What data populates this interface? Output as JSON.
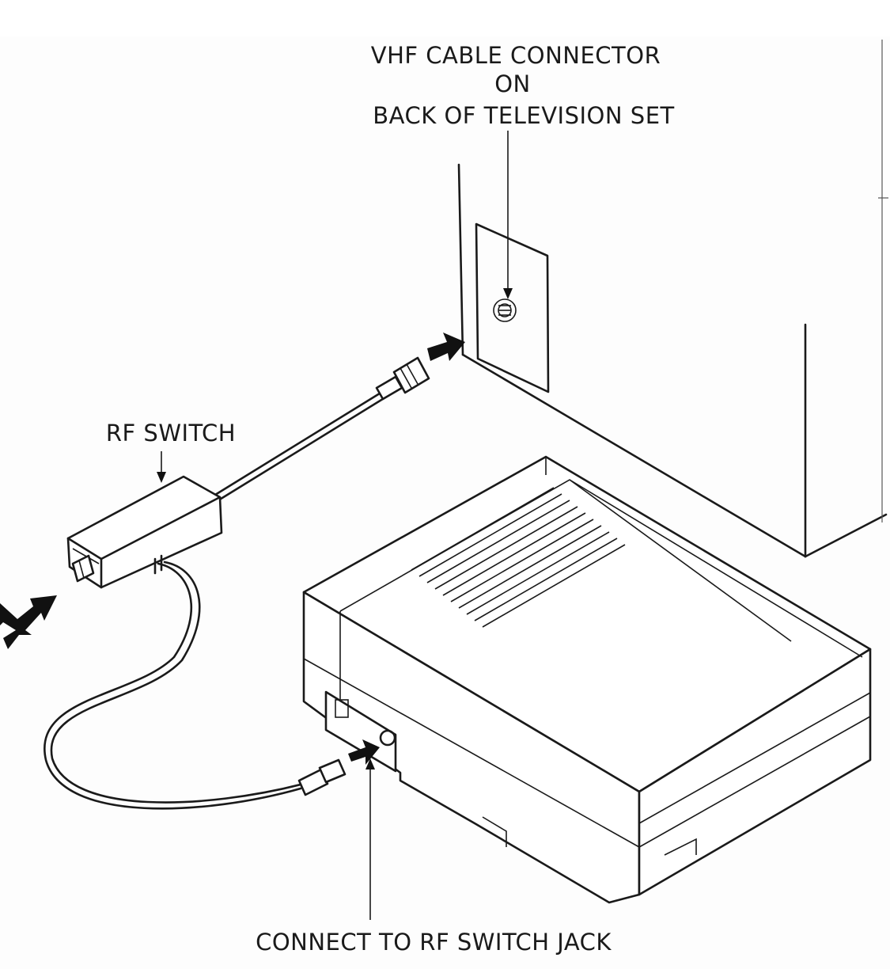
{
  "labels": {
    "vhf_line1": "VHF CABLE CONNECTOR",
    "vhf_line2": "ON",
    "vhf_line3": "BACK OF TELEVISION SET",
    "rf_switch": "RF SWITCH",
    "connect": "CONNECT TO RF SWITCH JACK"
  },
  "colors": {
    "ink": "#1a1a1a",
    "paper": "#fdfdfd",
    "top_border": "#ffffff"
  },
  "icons": {
    "tv": "television-back-panel",
    "rf": "rf-switch-box",
    "console": "game-console",
    "arrows": "insertion-arrow"
  }
}
